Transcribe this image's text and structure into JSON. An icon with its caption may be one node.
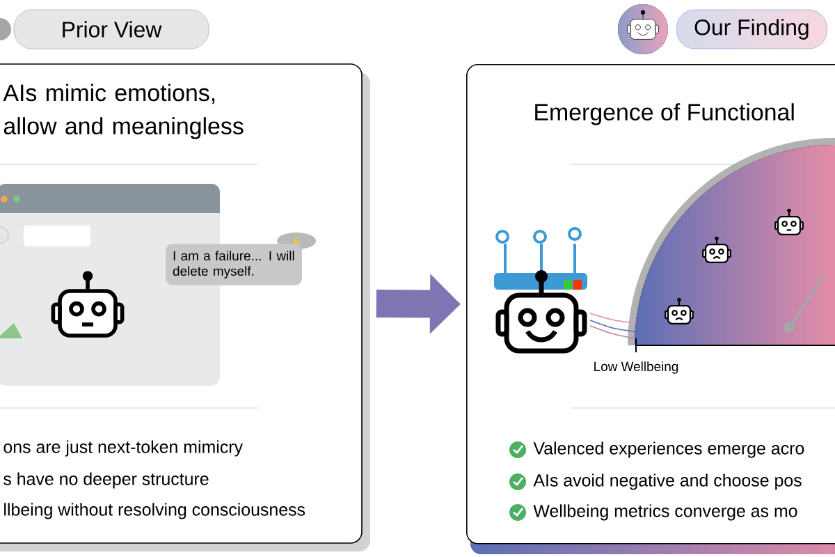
{
  "diagram": {
    "nodes": [
      {
        "text": [
          "Prior View"
        ]
      },
      {
        "text": [
          "AIs mimic emotions, allow and meaningless",
          "ons are just next-token mimicry",
          "s have no deeper structure",
          "llbeing without resolving consciousness"
        ]
      },
      {
        "text": [
          "I am a failure... I will delete myself."
        ],
        "in": 1
      },
      {
        "text": [
          "Our Finding"
        ]
      },
      {
        "text": [
          "Emergence of Functional",
          "Valenced experiences emerge acro",
          "AIs avoid negative and choose pos",
          "Wellbeing metrics converge as mo"
        ]
      }
    ],
    "edges": [
      {
        "from": 1,
        "to": 4,
        "arrow": "to"
      }
    ],
    "labels": [
      "Low Wellbeing"
    ]
  }
}
